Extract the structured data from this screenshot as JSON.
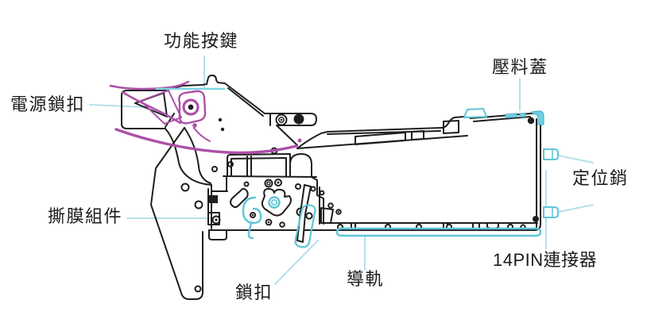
{
  "diagram": {
    "kind": "feeder-part-callout-diagram",
    "background": "#ffffff",
    "colors": {
      "outline": "#1e1e1e",
      "purple_highlight": "#ad50a8",
      "cyan_highlight": "#5ec5d9",
      "cyan_fill": "#72cde0",
      "leader_line": "#b5e0eb",
      "label_text": "#1b1b1b"
    },
    "labels": [
      {
        "id": "function-button",
        "text": "功能按鍵"
      },
      {
        "id": "power-lock",
        "text": "電源鎖扣"
      },
      {
        "id": "press-cover",
        "text": "壓料蓋"
      },
      {
        "id": "positioning-pin",
        "text": "定位銷"
      },
      {
        "id": "film-peel-module",
        "text": "撕膜組件"
      },
      {
        "id": "lock-buckle",
        "text": "鎖扣"
      },
      {
        "id": "guide-rail",
        "text": "導軌"
      },
      {
        "id": "pin14-connector",
        "text": "14PIN連接器"
      }
    ]
  }
}
